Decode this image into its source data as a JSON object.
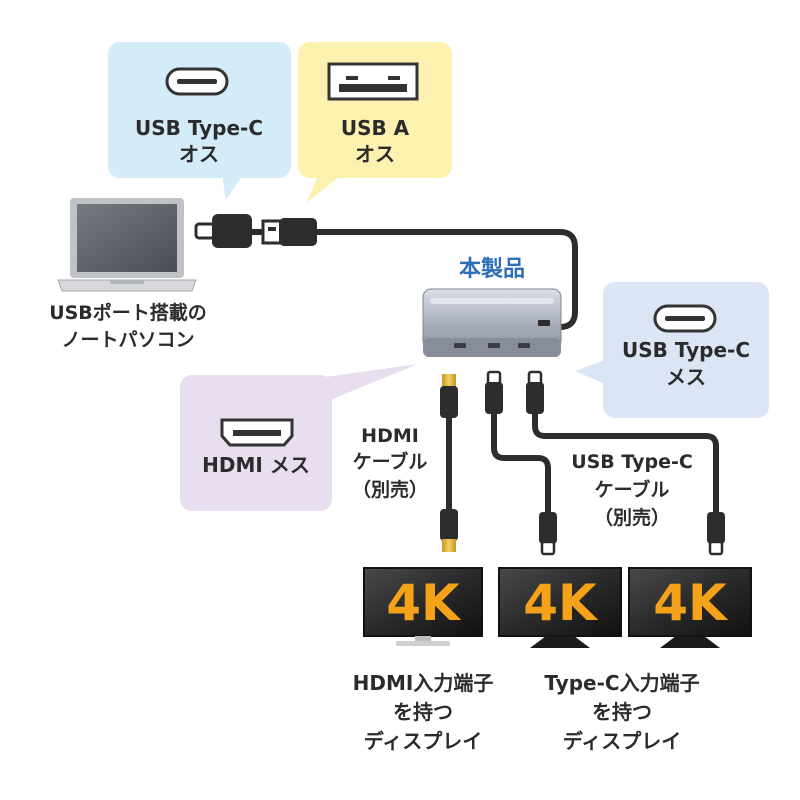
{
  "colors": {
    "bubble_blue": "#d4ecf8",
    "bubble_yellow": "#fdf1b0",
    "bubble_purple": "#e8def0",
    "bubble_lightblue": "#dbe5f4",
    "product_title": "#2f6fb7",
    "cable": "#2d2d2d",
    "hdmi_gold": "#e0b33a",
    "screen_4k": "#f4a21a"
  },
  "icons": {
    "usb_c_plug": "usb-c-port-icon",
    "usb_a_plug": "usb-a-port-icon",
    "hdmi_plug": "hdmi-port-icon",
    "laptop": "laptop-icon",
    "hub": "usb-hub-device-icon",
    "monitor": "monitor-icon"
  },
  "bubbles": {
    "usb_c_male": {
      "line1": "USB Type-C",
      "line2": "オス"
    },
    "usb_a_male": {
      "line1": "USB  A",
      "line2": "オス"
    },
    "hdmi_female": {
      "line1": "HDMI メス"
    },
    "usb_c_female": {
      "line1": "USB Type-C",
      "line2": "メス"
    }
  },
  "laptop": {
    "line1": "USBポート搭載の",
    "line2": "ノートパソコン"
  },
  "product": {
    "title": "本製品"
  },
  "hdmi_cable": {
    "line1": "HDMI",
    "line2": "ケーブル",
    "line3": "（別売）"
  },
  "usbc_cable": {
    "line1": "USB Type-C",
    "line2": "ケーブル",
    "line3": "（別売）"
  },
  "monitors": [
    {
      "label": "4K"
    },
    {
      "label": "4K"
    },
    {
      "label": "4K"
    }
  ],
  "captions": {
    "hdmi_display": {
      "line1": "HDMI入力端子",
      "line2": "を持つ",
      "line3": "ディスプレイ"
    },
    "typec_display": {
      "line1": "Type-C入力端子",
      "line2": "を持つ",
      "line3": "ディスプレイ"
    }
  }
}
